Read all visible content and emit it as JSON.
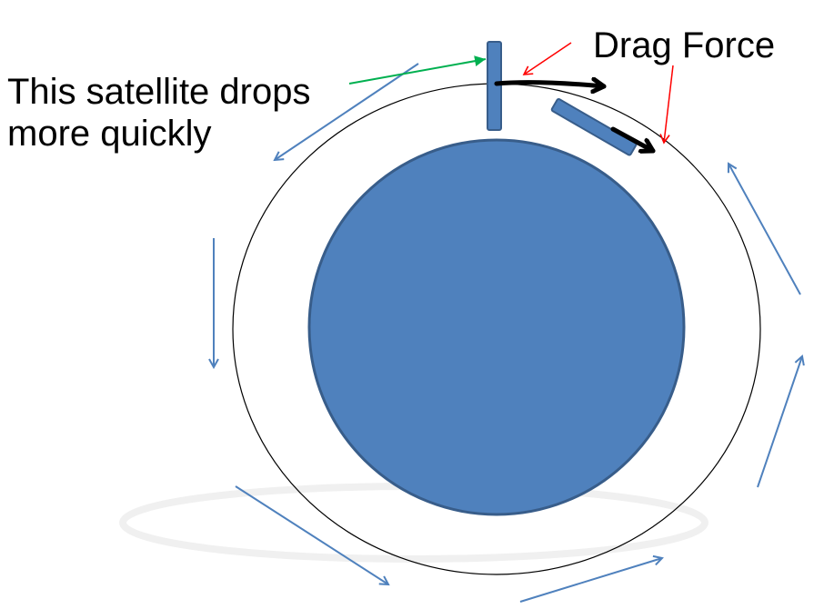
{
  "labels": {
    "drag_force": "Drag Force",
    "satellite_note_line1": "This satellite drops",
    "satellite_note_line2": "more quickly"
  },
  "colors": {
    "planet_fill": "#4f81bd",
    "planet_stroke": "#385d8a",
    "orbit_line": "#000000",
    "motion_arrows": "#4f81bd",
    "drag_arrows": "#000000",
    "drag_pointer": "#ff0000",
    "satellite_pointer": "#00b050"
  }
}
